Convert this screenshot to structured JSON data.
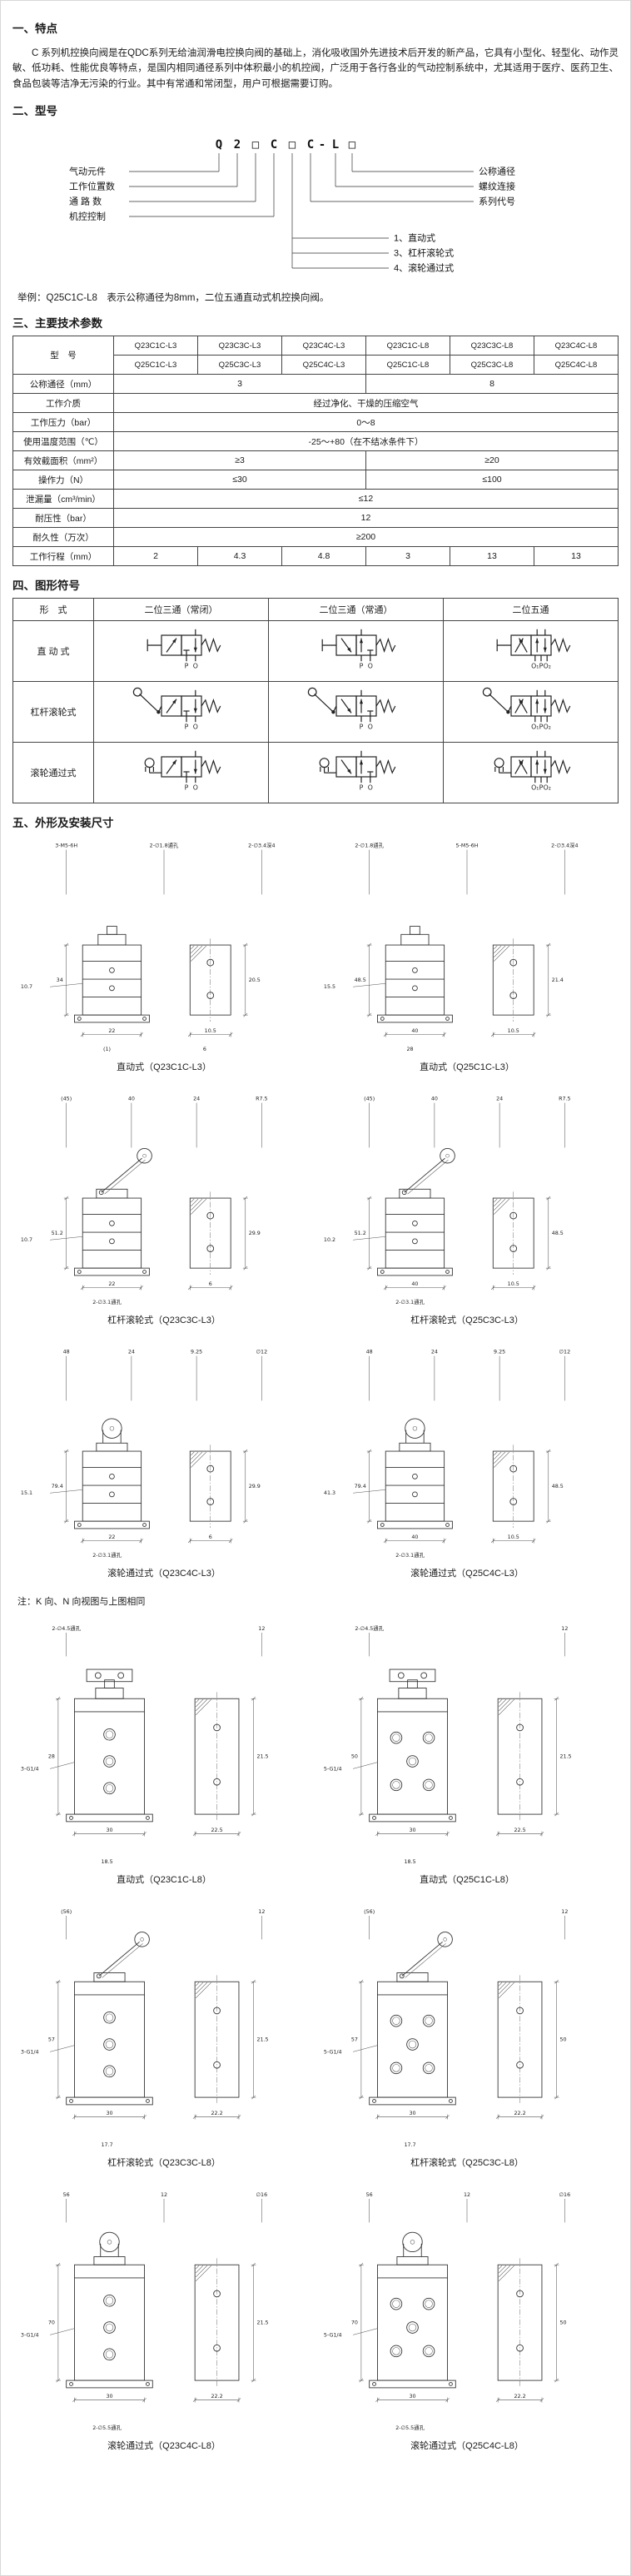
{
  "sections": {
    "features": {
      "heading": "一、特点",
      "body": "C 系列机控换向阀是在QDC系列无给油润滑电控换向阀的基础上，消化吸收国外先进技术后开发的新产品，它具有小型化、轻型化、动作灵敏、低功耗、性能优良等特点，是国内相同通径系列中体积最小的机控阀，广泛用于各行各业的气动控制系统中，尤其适用于医疗、医药卫生、食品包装等洁净无污染的行业。其中有常通和常闭型，用户可根据需要订购。"
    },
    "model": {
      "heading": "二、型号",
      "code_chars": [
        "Q",
        "2",
        "□",
        "C",
        "□",
        "C",
        "-",
        "L",
        "□"
      ],
      "left_labels": [
        "气动元件",
        "工作位置数",
        "通 路 数",
        "机控控制"
      ],
      "right_labels": [
        "公称通径",
        "螺纹连接",
        "系列代号"
      ],
      "control_types": [
        "1、直动式",
        "3、杠杆滚轮式",
        "4、滚轮通过式"
      ],
      "example": "举例：Q25C1C-L8　表示公称通径为8mm，二位五通直动式机控换向阀。"
    },
    "parameters": {
      "heading": "三、主要技术参数",
      "model_header": "型　号",
      "model_row1": [
        "Q23C1C-L3",
        "Q23C3C-L3",
        "Q23C4C-L3",
        "Q23C1C-L8",
        "Q23C3C-L8",
        "Q23C4C-L8"
      ],
      "model_row2": [
        "Q25C1C-L3",
        "Q25C3C-L3",
        "Q25C4C-L3",
        "Q25C1C-L8",
        "Q25C3C-L8",
        "Q25C4C-L8"
      ],
      "rows": [
        {
          "label": "公称通径（mm）",
          "cells": [
            {
              "text": "3",
              "span": 3
            },
            {
              "text": "8",
              "span": 3
            }
          ]
        },
        {
          "label": "工作介质",
          "cells": [
            {
              "text": "经过净化、干燥的压缩空气",
              "span": 6
            }
          ]
        },
        {
          "label": "工作压力（bar）",
          "cells": [
            {
              "text": "0～8",
              "span": 6
            }
          ]
        },
        {
          "label": "使用温度范围（℃）",
          "cells": [
            {
              "text": "-25～+80（在不结冰条件下）",
              "span": 6
            }
          ]
        },
        {
          "label": "有效截面积（mm²）",
          "cells": [
            {
              "text": "≥3",
              "span": 3
            },
            {
              "text": "≥20",
              "span": 3
            }
          ]
        },
        {
          "label": "操作力（N）",
          "cells": [
            {
              "text": "≤30",
              "span": 3
            },
            {
              "text": "≤100",
              "span": 3
            }
          ]
        },
        {
          "label": "泄漏量（cm³/min）",
          "cells": [
            {
              "text": "≤12",
              "span": 6
            }
          ]
        },
        {
          "label": "耐压性（bar）",
          "cells": [
            {
              "text": "12",
              "span": 6
            }
          ]
        },
        {
          "label": "耐久性（万次）",
          "cells": [
            {
              "text": "≥200",
              "span": 6
            }
          ]
        },
        {
          "label": "工作行程（mm）",
          "cells": [
            {
              "text": "2"
            },
            {
              "text": "4.3"
            },
            {
              "text": "4.8"
            },
            {
              "text": "3"
            },
            {
              "text": "13"
            },
            {
              "text": "13"
            }
          ]
        }
      ]
    },
    "symbols": {
      "heading": "四、图形符号",
      "col_headers": [
        "形　式",
        "二位三通（常闭）",
        "二位三通（常通）",
        "二位五通"
      ],
      "rows": [
        {
          "label": "直 动 式",
          "actuator": "plunger"
        },
        {
          "label": "杠杆滚轮式",
          "actuator": "lever"
        },
        {
          "label": "滚轮通过式",
          "actuator": "roller"
        }
      ],
      "valve_types": [
        "nc32",
        "no32",
        "v52"
      ],
      "port_labels_3": [
        "P",
        "O"
      ],
      "port_labels_5": [
        "O₁",
        "P",
        "O₂"
      ]
    },
    "dimensions": {
      "heading": "五、外形及安装尺寸",
      "note": "注：K 向、N 向视图与上图相同",
      "figures": [
        {
          "caption": "直动式（Q23C1C-L3）",
          "kind": "direct",
          "size": "L3",
          "ports": 3,
          "labels": {
            "top": [
              "3-M5-6H",
              "2-∅1.8通孔",
              "2-∅3.4深4"
            ],
            "left": [
              "34",
              "10.7"
            ],
            "right": [
              "20.5"
            ],
            "bottom": [
              "22",
              "10.5",
              "(1)",
              "6"
            ]
          }
        },
        {
          "caption": "直动式（Q25C1C-L3）",
          "kind": "direct",
          "size": "L3",
          "ports": 5,
          "labels": {
            "top": [
              "2-∅1.8通孔",
              "5-M5-6H",
              "2-∅3.4深4"
            ],
            "left": [
              "48.5",
              "15.5"
            ],
            "right": [
              "21.4"
            ],
            "bottom": [
              "40",
              "10.5",
              "28"
            ]
          }
        },
        {
          "caption": "杠杆滚轮式（Q23C3C-L3）",
          "kind": "lever",
          "size": "L3",
          "ports": 3,
          "labels": {
            "top": [
              "(45)",
              "40",
              "24",
              "R7.5"
            ],
            "left": [
              "51.2",
              "10.7"
            ],
            "right": [
              "29.9"
            ],
            "bottom": [
              "22",
              "6",
              "2-∅3.1通孔"
            ]
          }
        },
        {
          "caption": "杠杆滚轮式（Q25C3C-L3）",
          "kind": "lever",
          "size": "L3",
          "ports": 5,
          "labels": {
            "top": [
              "(45)",
              "40",
              "24",
              "R7.5"
            ],
            "left": [
              "51.2",
              "10.2"
            ],
            "right": [
              "48.5"
            ],
            "bottom": [
              "40",
              "10.5",
              "2-∅3.1通孔"
            ]
          }
        },
        {
          "caption": "滚轮通过式（Q23C4C-L3）",
          "kind": "roller",
          "size": "L3",
          "ports": 3,
          "labels": {
            "top": [
              "48",
              "24",
              "9.25",
              "∅12"
            ],
            "left": [
              "79.4",
              "15.1"
            ],
            "right": [
              "29.9"
            ],
            "bottom": [
              "22",
              "6",
              "2-∅3.1通孔"
            ]
          }
        },
        {
          "caption": "滚轮通过式（Q25C4C-L3）",
          "kind": "roller",
          "size": "L3",
          "ports": 5,
          "labels": {
            "top": [
              "48",
              "24",
              "9.25",
              "∅12"
            ],
            "left": [
              "79.4",
              "41.3"
            ],
            "right": [
              "48.5"
            ],
            "bottom": [
              "40",
              "10.5",
              "2-∅3.1通孔"
            ]
          }
        },
        {
          "caption": "直动式（Q23C1C-L8）",
          "kind": "direct",
          "size": "L8",
          "ports": 3,
          "labels": {
            "top": [
              "2-∅4.5通孔",
              "12"
            ],
            "left": [
              "28",
              "3-G1/4"
            ],
            "right": [
              "21.5"
            ],
            "bottom": [
              "30",
              "22.5",
              "18.5"
            ]
          }
        },
        {
          "caption": "直动式（Q25C1C-L8）",
          "kind": "direct",
          "size": "L8",
          "ports": 5,
          "labels": {
            "top": [
              "2-∅4.5通孔",
              "12"
            ],
            "left": [
              "50",
              "5-G1/4"
            ],
            "right": [
              "21.5"
            ],
            "bottom": [
              "30",
              "22.5",
              "18.5"
            ]
          }
        },
        {
          "caption": "杠杆滚轮式（Q23C3C-L8）",
          "kind": "lever",
          "size": "L8",
          "ports": 3,
          "labels": {
            "top": [
              "(56)",
              "12"
            ],
            "left": [
              "57",
              "3-G1/4"
            ],
            "right": [
              "21.5"
            ],
            "bottom": [
              "30",
              "22.2",
              "17.7"
            ]
          }
        },
        {
          "caption": "杠杆滚轮式（Q25C3C-L8）",
          "kind": "lever",
          "size": "L8",
          "ports": 5,
          "labels": {
            "top": [
              "(56)",
              "12"
            ],
            "left": [
              "57",
              "5-G1/4"
            ],
            "right": [
              "50"
            ],
            "bottom": [
              "30",
              "22.2",
              "17.7"
            ]
          }
        },
        {
          "caption": "滚轮通过式（Q23C4C-L8）",
          "kind": "roller",
          "size": "L8",
          "ports": 3,
          "labels": {
            "top": [
              "56",
              "12",
              "∅16"
            ],
            "left": [
              "70",
              "3-G1/4"
            ],
            "right": [
              "21.5"
            ],
            "bottom": [
              "30",
              "22.2",
              "2-∅5.5通孔"
            ]
          }
        },
        {
          "caption": "滚轮通过式（Q25C4C-L8）",
          "kind": "roller",
          "size": "L8",
          "ports": 5,
          "labels": {
            "top": [
              "56",
              "12",
              "∅16"
            ],
            "left": [
              "70",
              "5-G1/4"
            ],
            "right": [
              "50"
            ],
            "bottom": [
              "30",
              "22.2",
              "2-∅5.5通孔"
            ]
          }
        }
      ]
    }
  }
}
